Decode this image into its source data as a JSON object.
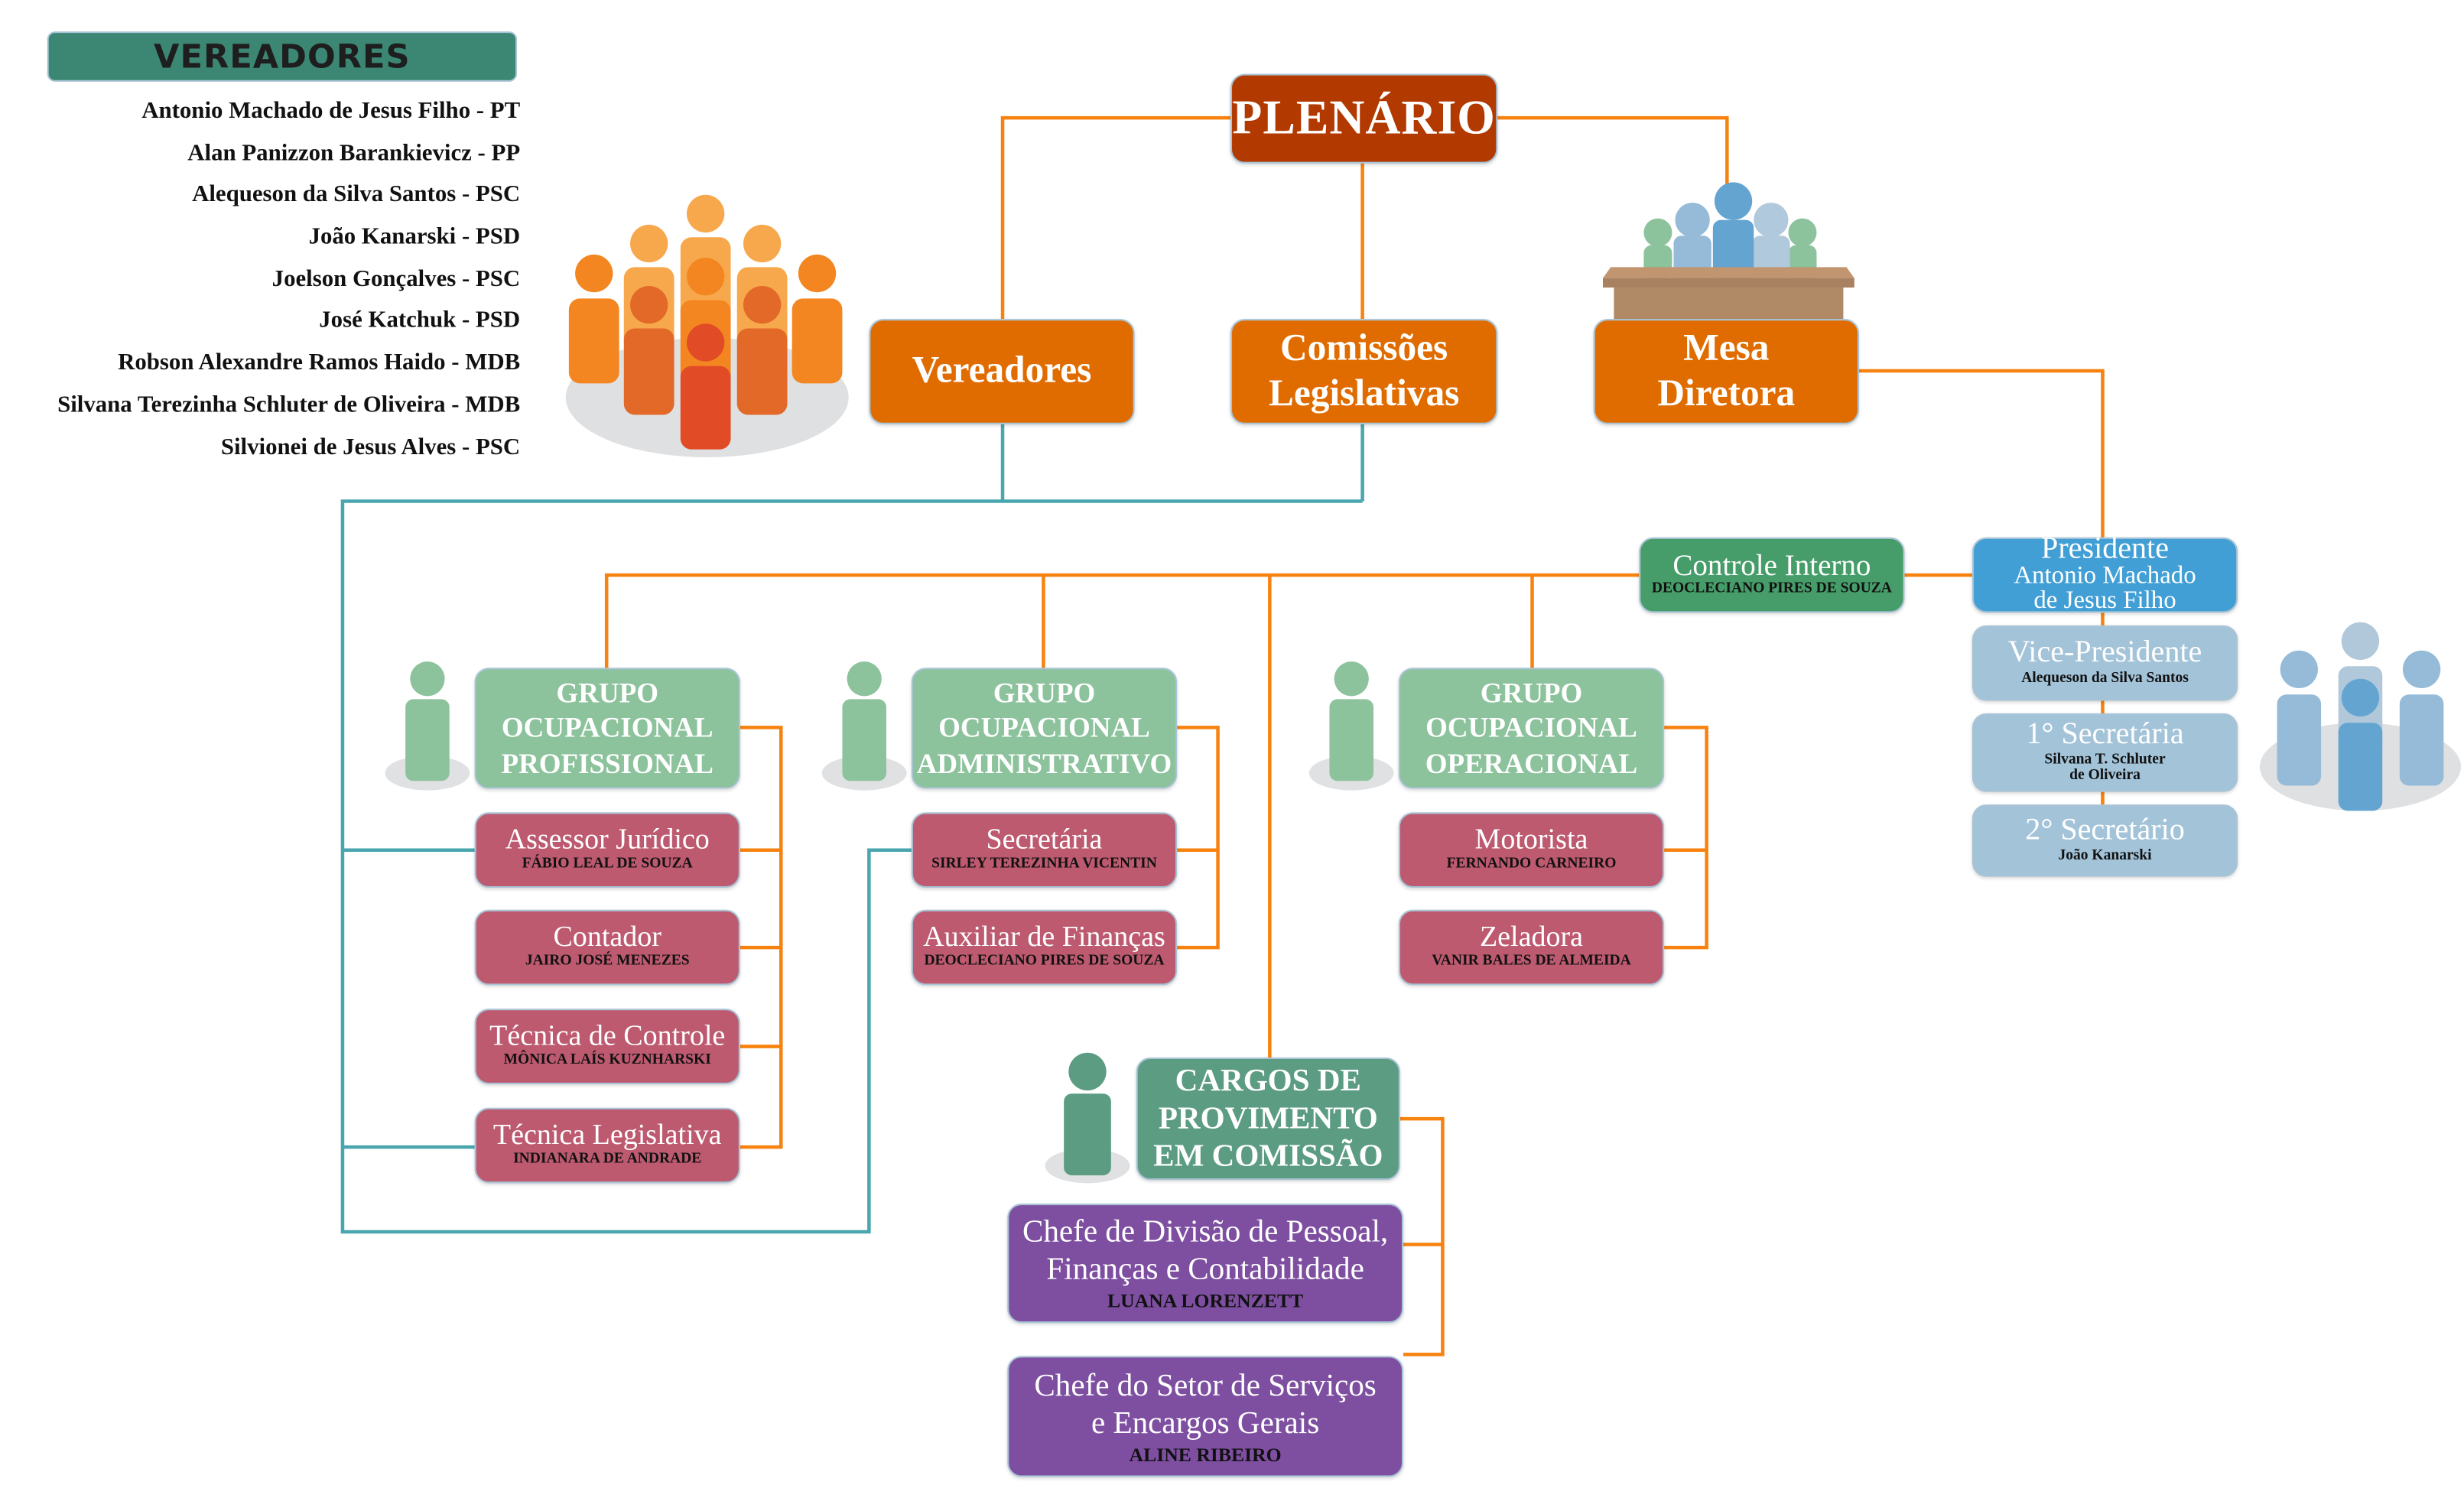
{
  "vereadores_panel": {
    "title": "VEREADORES",
    "members": [
      "Antonio Machado de Jesus Filho - PT",
      "Alan Panizzon Barankievicz - PP",
      "Alequeson da Silva Santos - PSC",
      "João Kanarski - PSD",
      "Joelson Gonçalves - PSC",
      "José Katchuk - PSD",
      "Robson Alexandre Ramos Haido - MDB",
      "Silvana Terezinha Schluter de Oliveira - MDB",
      "Silvionei de Jesus Alves - PSC"
    ]
  },
  "top": {
    "plenario": "PLENÁRIO",
    "vereadores": "Vereadores",
    "comissoes_line1": "Comissões",
    "comissoes_line2": "Legislativas",
    "mesa_line1": "Mesa",
    "mesa_line2": "Diretora"
  },
  "controle_interno": {
    "title": "Controle Interno",
    "name": "DEOCLECIANO PIRES DE SOUZA"
  },
  "mesa_diretora": [
    {
      "title": "Presidente",
      "name_line1": "Antonio Machado",
      "name_line2": "de Jesus Filho"
    },
    {
      "title": "Vice-Presidente",
      "name_line1": "Alequeson da Silva Santos",
      "name_line2": ""
    },
    {
      "title": "1° Secretária",
      "name_line1": "Silvana T. Schluter",
      "name_line2": "de Oliveira"
    },
    {
      "title": "2° Secretário",
      "name_line1": "João Kanarski",
      "name_line2": ""
    }
  ],
  "groups": [
    {
      "line1": "GRUPO",
      "line2": "OCUPACIONAL",
      "line3": "PROFISSIONAL",
      "roles": [
        {
          "title": "Assessor Jurídico",
          "name": "FÁBIO LEAL DE SOUZA"
        },
        {
          "title": "Contador",
          "name": "JAIRO JOSÉ MENEZES"
        },
        {
          "title": "Técnica de Controle",
          "name": "MÔNICA LAÍS KUZNHARSKI"
        },
        {
          "title": "Técnica Legislativa",
          "name": "INDIANARA DE ANDRADE"
        }
      ]
    },
    {
      "line1": "GRUPO",
      "line2": "OCUPACIONAL",
      "line3": "ADMINISTRATIVO",
      "roles": [
        {
          "title": "Secretária",
          "name": "SIRLEY TEREZINHA VICENTIN"
        },
        {
          "title": "Auxiliar de Finanças",
          "name": "DEOCLECIANO PIRES DE SOUZA"
        }
      ]
    },
    {
      "line1": "GRUPO",
      "line2": "OCUPACIONAL",
      "line3": "OPERACIONAL",
      "roles": [
        {
          "title": "Motorista",
          "name": "FERNANDO CARNEIRO"
        },
        {
          "title": "Zeladora",
          "name": "VANIR BALES DE ALMEIDA"
        }
      ]
    }
  ],
  "cargos": {
    "line1": "CARGOS DE",
    "line2": "PROVIMENTO",
    "line3": "EM COMISSÃO",
    "roles": [
      {
        "title_line1": "Chefe de Divisão de Pessoal,",
        "title_line2": "Finanças e Contabilidade",
        "name": "LUANA LORENZETT"
      },
      {
        "title_line1": "Chefe do Setor de Serviços",
        "title_line2": "e Encargos Gerais",
        "name": "ALINE RIBEIRO"
      }
    ]
  },
  "colors": {
    "plenario": "#b23a00",
    "top_level": "#e06c00",
    "group_header": "#8cc29c",
    "role": "#bd5a70",
    "controle_interno": "#469d69",
    "presidente": "#419fd5",
    "mesa_member": "#a3c3d9",
    "cargos_header": "#5b9c83",
    "cargo_role": "#7e4fa1",
    "connector_orange": "#f7820f",
    "connector_teal": "#4aa6ae"
  }
}
